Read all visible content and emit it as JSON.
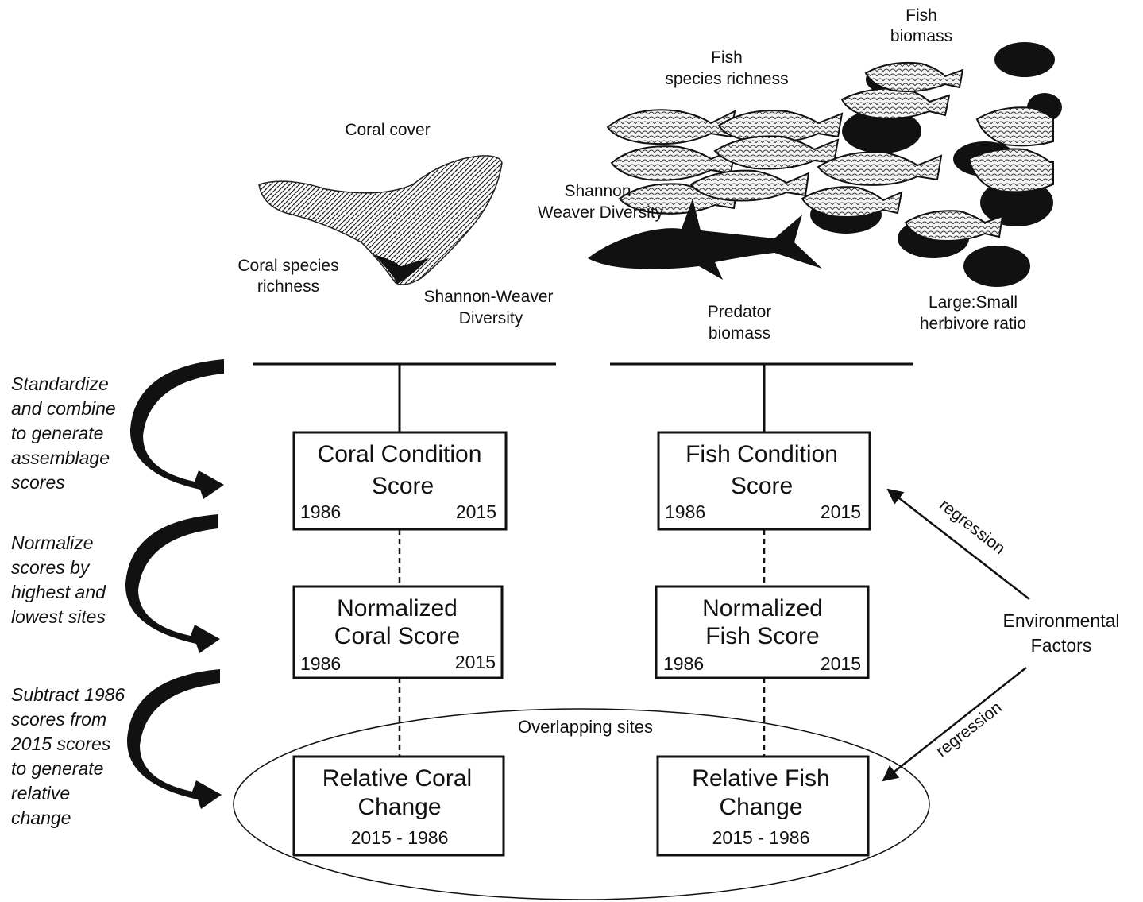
{
  "coral_labels": {
    "cover": "Coral cover",
    "richness": [
      "Coral species",
      "richness"
    ],
    "diversity": [
      "Shannon-Weaver",
      "Diversity"
    ]
  },
  "fish_labels": {
    "biomass": [
      "Fish",
      "biomass"
    ],
    "richness": [
      "Fish",
      "species richness"
    ],
    "diversity": [
      "Shannon-",
      "Weaver Diversity"
    ],
    "predator": [
      "Predator",
      "biomass"
    ],
    "herbivore": [
      "Large:Small",
      "herbivore ratio"
    ]
  },
  "steps": [
    [
      "Standardize",
      "and combine",
      "to generate",
      "assemblage",
      "scores"
    ],
    [
      "Normalize",
      "scores by",
      "highest and",
      "lowest sites"
    ],
    [
      "Subtract 1986",
      "scores from",
      "2015 scores",
      "to generate",
      "relative",
      "change"
    ]
  ],
  "boxes": {
    "coral_condition": {
      "title": [
        "Coral Condition",
        "Score"
      ],
      "year_left": "1986",
      "year_right": "2015"
    },
    "fish_condition": {
      "title": [
        "Fish Condition",
        "Score"
      ],
      "year_left": "1986",
      "year_right": "2015"
    },
    "coral_normalized": {
      "title": [
        "Normalized",
        "Coral Score"
      ],
      "year_left": "1986",
      "year_right": "2015"
    },
    "fish_normalized": {
      "title": [
        "Normalized",
        "Fish Score"
      ],
      "year_left": "1986",
      "year_right": "2015"
    },
    "coral_change": {
      "title": [
        "Relative Coral",
        "Change"
      ],
      "years": "2015 - 1986"
    },
    "fish_change": {
      "title": [
        "Relative Fish",
        "Change"
      ],
      "years": "2015 - 1986"
    }
  },
  "overlap_label": "Overlapping sites",
  "environmental": [
    "Environmental",
    "Factors"
  ],
  "regression_label": "regression"
}
